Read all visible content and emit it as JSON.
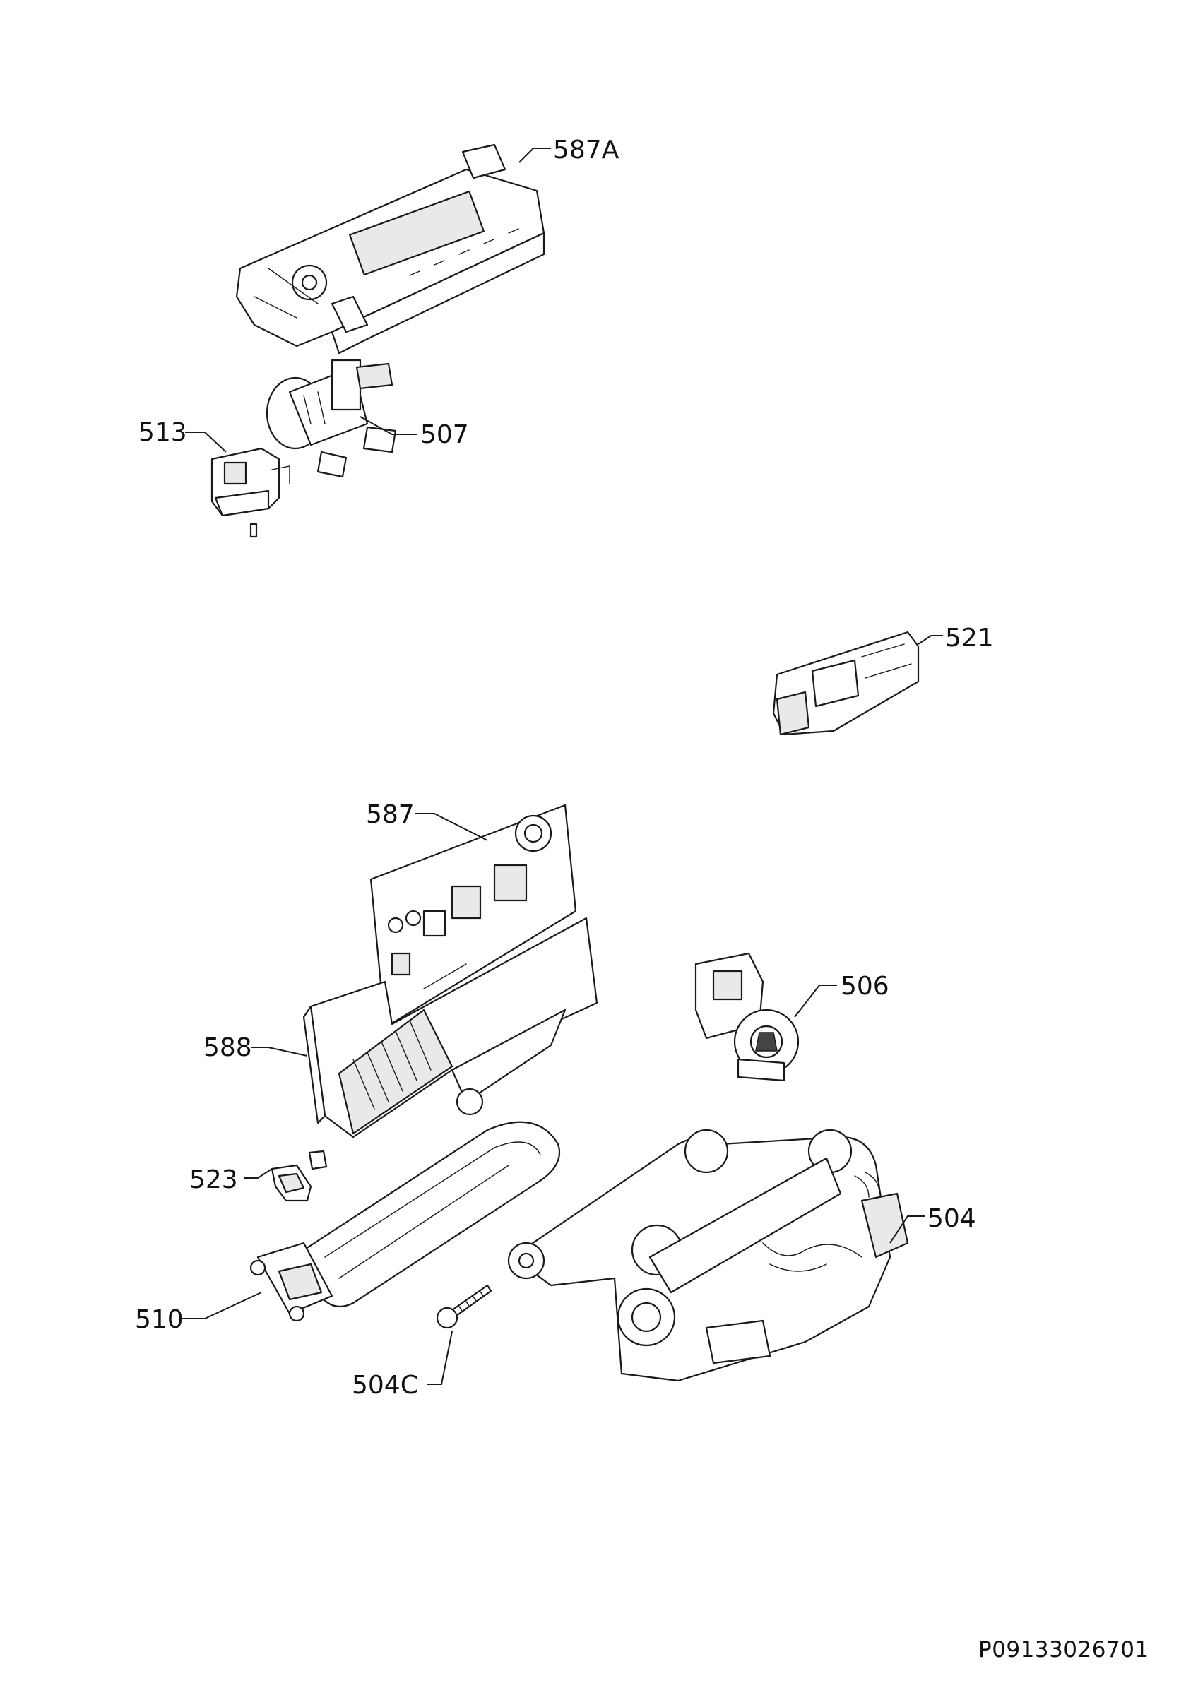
{
  "callouts": {
    "c587a": "587A",
    "c513": "513",
    "c507": "507",
    "c521": "521",
    "c587": "587",
    "c506": "506",
    "c588": "588",
    "c523": "523",
    "c504": "504",
    "c510": "510",
    "c504c": "504C"
  },
  "document_code": "P09133026701"
}
